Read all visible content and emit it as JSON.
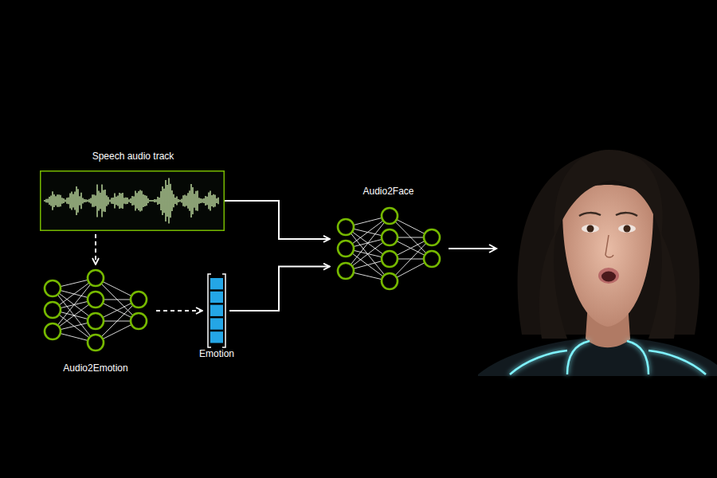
{
  "diagram": {
    "nodes": [
      {
        "text": [
          "Speech audio track"
        ]
      },
      {
        "text": [
          "Audio2Emotion"
        ]
      },
      {
        "text": [
          "Emotion"
        ]
      },
      {
        "text": [
          "Audio2Face"
        ]
      }
    ],
    "edges": [
      {
        "from": 0,
        "to": 3,
        "arrow": "to"
      },
      {
        "from": 0,
        "to": 1,
        "arrow": "to"
      },
      {
        "from": 1,
        "to": 2,
        "arrow": "to"
      },
      {
        "from": 2,
        "to": 3,
        "arrow": "to"
      }
    ]
  }
}
